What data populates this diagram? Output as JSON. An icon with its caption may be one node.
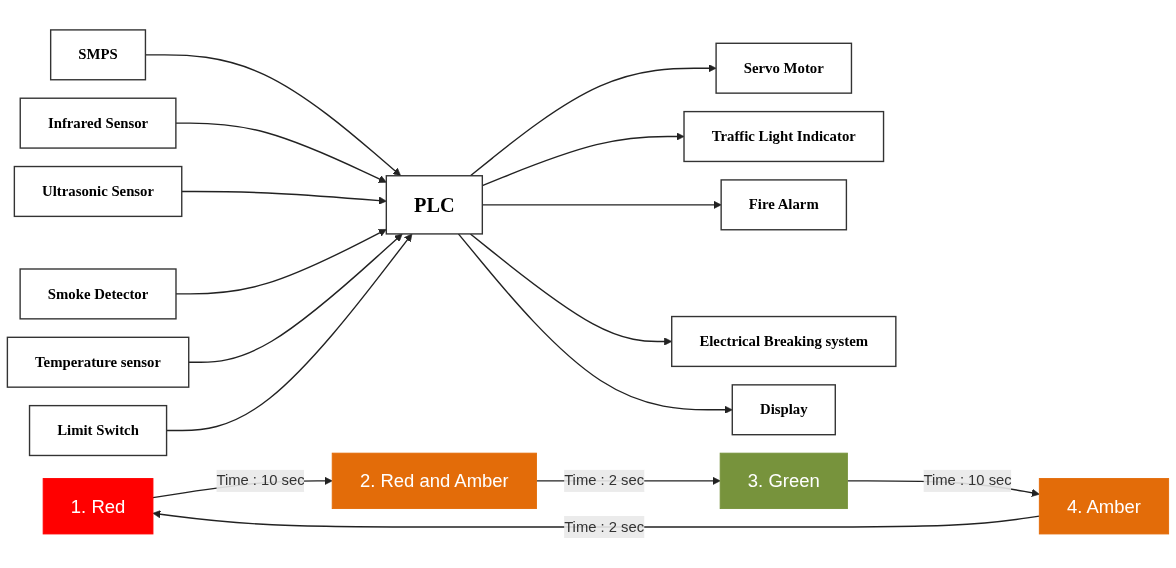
{
  "diagram": {
    "nodes": [
      {
        "text": [
          "SMPS"
        ]
      },
      {
        "text": [
          "PLC"
        ]
      },
      {
        "text": [
          "Infrared Sensor"
        ]
      },
      {
        "text": [
          "Ultrasonic Sensor"
        ]
      },
      {
        "text": [
          "Smoke Detector"
        ]
      },
      {
        "text": [
          "Temperature sensor"
        ]
      },
      {
        "text": [
          "Limit Switch"
        ]
      },
      {
        "text": [
          "Servo Motor"
        ]
      },
      {
        "text": [
          "Traffic Light Indicator"
        ]
      },
      {
        "text": [
          "Fire Alarm"
        ]
      },
      {
        "text": [
          "Electrical Breaking system"
        ]
      },
      {
        "text": [
          "Display"
        ]
      },
      {
        "text": [
          "1. Red"
        ]
      },
      {
        "text": [
          "2. Red and Amber"
        ]
      },
      {
        "text": [
          "3. Green"
        ]
      },
      {
        "text": [
          "4. Amber"
        ]
      }
    ],
    "edges": [
      {
        "from": 0,
        "to": 1,
        "arrow": "to"
      },
      {
        "from": 2,
        "to": 1,
        "arrow": "to"
      },
      {
        "from": 3,
        "to": 1,
        "arrow": "to"
      },
      {
        "from": 4,
        "to": 1,
        "arrow": "to"
      },
      {
        "from": 5,
        "to": 1,
        "arrow": "to"
      },
      {
        "from": 6,
        "to": 1,
        "arrow": "to"
      },
      {
        "from": 1,
        "to": 7,
        "arrow": "to"
      },
      {
        "from": 1,
        "to": 8,
        "arrow": "to"
      },
      {
        "from": 1,
        "to": 9,
        "arrow": "to"
      },
      {
        "from": 1,
        "to": 10,
        "arrow": "to"
      },
      {
        "from": 1,
        "to": 11,
        "arrow": "to"
      },
      {
        "from": 12,
        "to": 13,
        "label": "Time : 10 sec",
        "arrow": "to"
      },
      {
        "from": 13,
        "to": 14,
        "label": "Time : 2 sec",
        "arrow": "to"
      },
      {
        "from": 14,
        "to": 15,
        "label": "Time : 10 sec",
        "arrow": "to"
      },
      {
        "from": 15,
        "to": 12,
        "label": "Time : 2 sec",
        "arrow": "to"
      }
    ]
  }
}
